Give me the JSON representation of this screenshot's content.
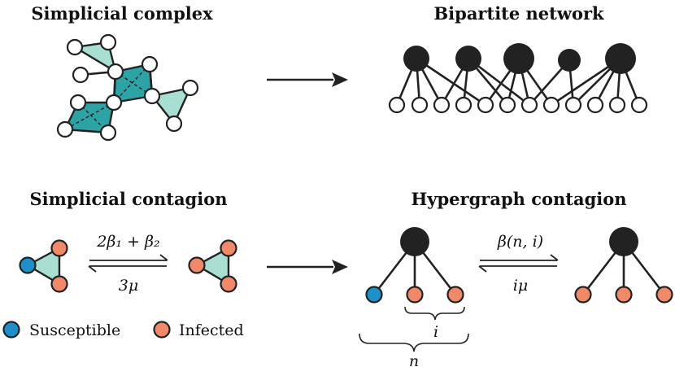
{
  "titles": {
    "simplicial_complex": "Simplicial complex",
    "bipartite_network": "Bipartite network",
    "simplicial_contagion": "Simplicial contagion",
    "hypergraph_contagion": "Hypergraph contagion"
  },
  "rates": {
    "simplicial_forward": "2β₁ + β₂",
    "simplicial_backward": "3μ",
    "hypergraph_forward": "β(n, i)",
    "hypergraph_backward": "iμ"
  },
  "braces": {
    "inner": "i",
    "outer": "n"
  },
  "legend": {
    "susceptible": "Susceptible",
    "infected": "Infected"
  },
  "colors": {
    "susceptible": "#1f8fc9",
    "infected": "#f0896a",
    "triangle_fill": "#a9dfd2",
    "tetra_fill": "#2ea3a6",
    "hub": "#222222"
  }
}
